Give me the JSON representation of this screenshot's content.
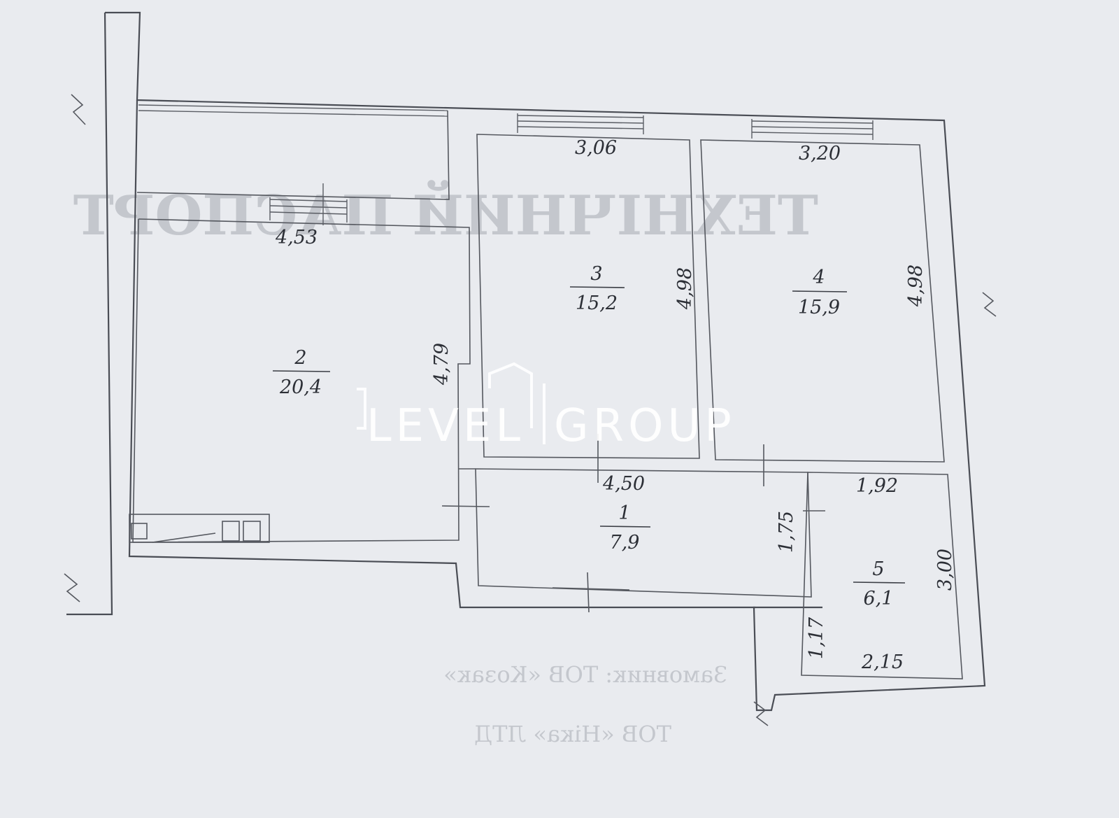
{
  "rooms": [
    {
      "id": "1",
      "area": "7,9"
    },
    {
      "id": "2",
      "area": "20,4"
    },
    {
      "id": "3",
      "area": "15,2"
    },
    {
      "id": "4",
      "area": "15,9"
    },
    {
      "id": "5",
      "area": "6,1"
    }
  ],
  "dimensions": {
    "room3_top": "3,06",
    "room4_top": "3,20",
    "room2_top": "4,53",
    "room2_side": "4,79",
    "room3_side": "4,98",
    "room4_side": "4,98",
    "room1_length": "4,50",
    "room1_side": "1,75",
    "room5_top": "1,92",
    "room5_side": "3,00",
    "room5_bottom": "2,15",
    "room5_notch": "1,17"
  },
  "watermark": {
    "left": "LEVEL",
    "right": "GROUP"
  },
  "background_text": {
    "heading": "ТЕХНІЧНИЙ ПАСПОРТ",
    "customer": "Замовник: ТОВ «Козак»",
    "company": "ТОВ «Ніка» ЛТД"
  },
  "colors": {
    "paper": "#e9ebef",
    "ink": "#2c2f36",
    "watermark": "#ffffff"
  }
}
